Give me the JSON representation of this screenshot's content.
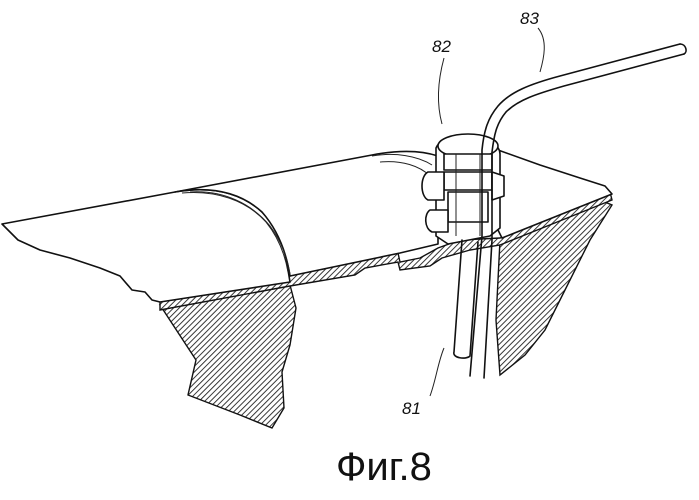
{
  "labels": {
    "tube": "83",
    "fitting": "82",
    "tube_end": "81"
  },
  "caption": "Фиг.8"
}
